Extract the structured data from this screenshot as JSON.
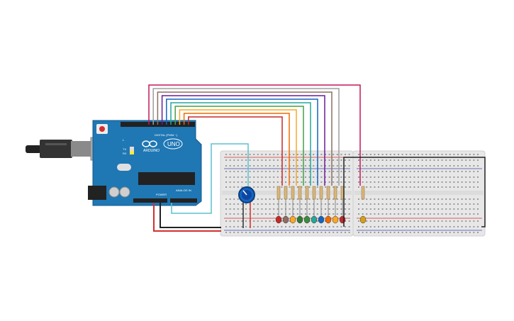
{
  "circuit": {
    "arduino": {
      "brand_label": "ARDUINO",
      "model_label": "UNO",
      "digital_header_label": "DIGITAL (PWM ~)",
      "power_header_label": "POWER",
      "analog_header_label": "ANALOG IN",
      "led_tx_label": "TX",
      "led_rx_label": "RX",
      "led_l_label": "L"
    },
    "wire_colors": [
      "#c2185b",
      "#9e9e9e",
      "#8d6e63",
      "#6a1b9a",
      "#1565c0",
      "#26a69a",
      "#43a047",
      "#f9a825",
      "#ef6c00",
      "#c62828"
    ],
    "led_colors": [
      "#c62828",
      "#8d6e63",
      "#f9a825",
      "#2e7d32",
      "#388e3c",
      "#26a69a",
      "#1565c0",
      "#ef6c00",
      "#f9a825",
      "#c62828"
    ],
    "extra_led_color": "#d4a017",
    "accent_colors": {
      "board": "#1f77b4",
      "power_red": "#d32f2f",
      "ground_black": "#222222",
      "pot_wire": "#5bc0d0",
      "breadboard": "#e9e9e9"
    },
    "icons": [
      "usb-cable-icon",
      "potentiometer-knob-icon",
      "reset-button-icon",
      "arduino-logo-icon"
    ]
  }
}
